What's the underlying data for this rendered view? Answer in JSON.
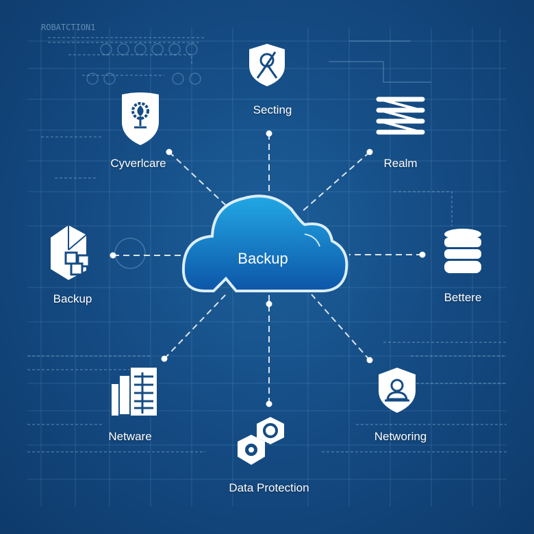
{
  "corner_text": "ROBATCTION1",
  "center": {
    "label": "Backup"
  },
  "nodes": [
    {
      "id": "secting",
      "label": "Secting",
      "icon": "shield-person-icon"
    },
    {
      "id": "realm",
      "label": "Realm",
      "icon": "server-rack-icon"
    },
    {
      "id": "bettere",
      "label": "Bettere",
      "icon": "database-icon"
    },
    {
      "id": "networing",
      "label": "Networing",
      "icon": "shield-user-icon"
    },
    {
      "id": "data-protection",
      "label": "Data Protection",
      "icon": "gears-icon"
    },
    {
      "id": "netware",
      "label": "Netware",
      "icon": "documents-icon"
    },
    {
      "id": "backup",
      "label": "Backup",
      "icon": "cube-icon"
    },
    {
      "id": "cyverlcare",
      "label": "Cyverlcare",
      "icon": "shield-gear-icon"
    }
  ],
  "colors": {
    "background": "#154c84",
    "cloud": "#1a6fc0",
    "line": "#ffffff"
  }
}
